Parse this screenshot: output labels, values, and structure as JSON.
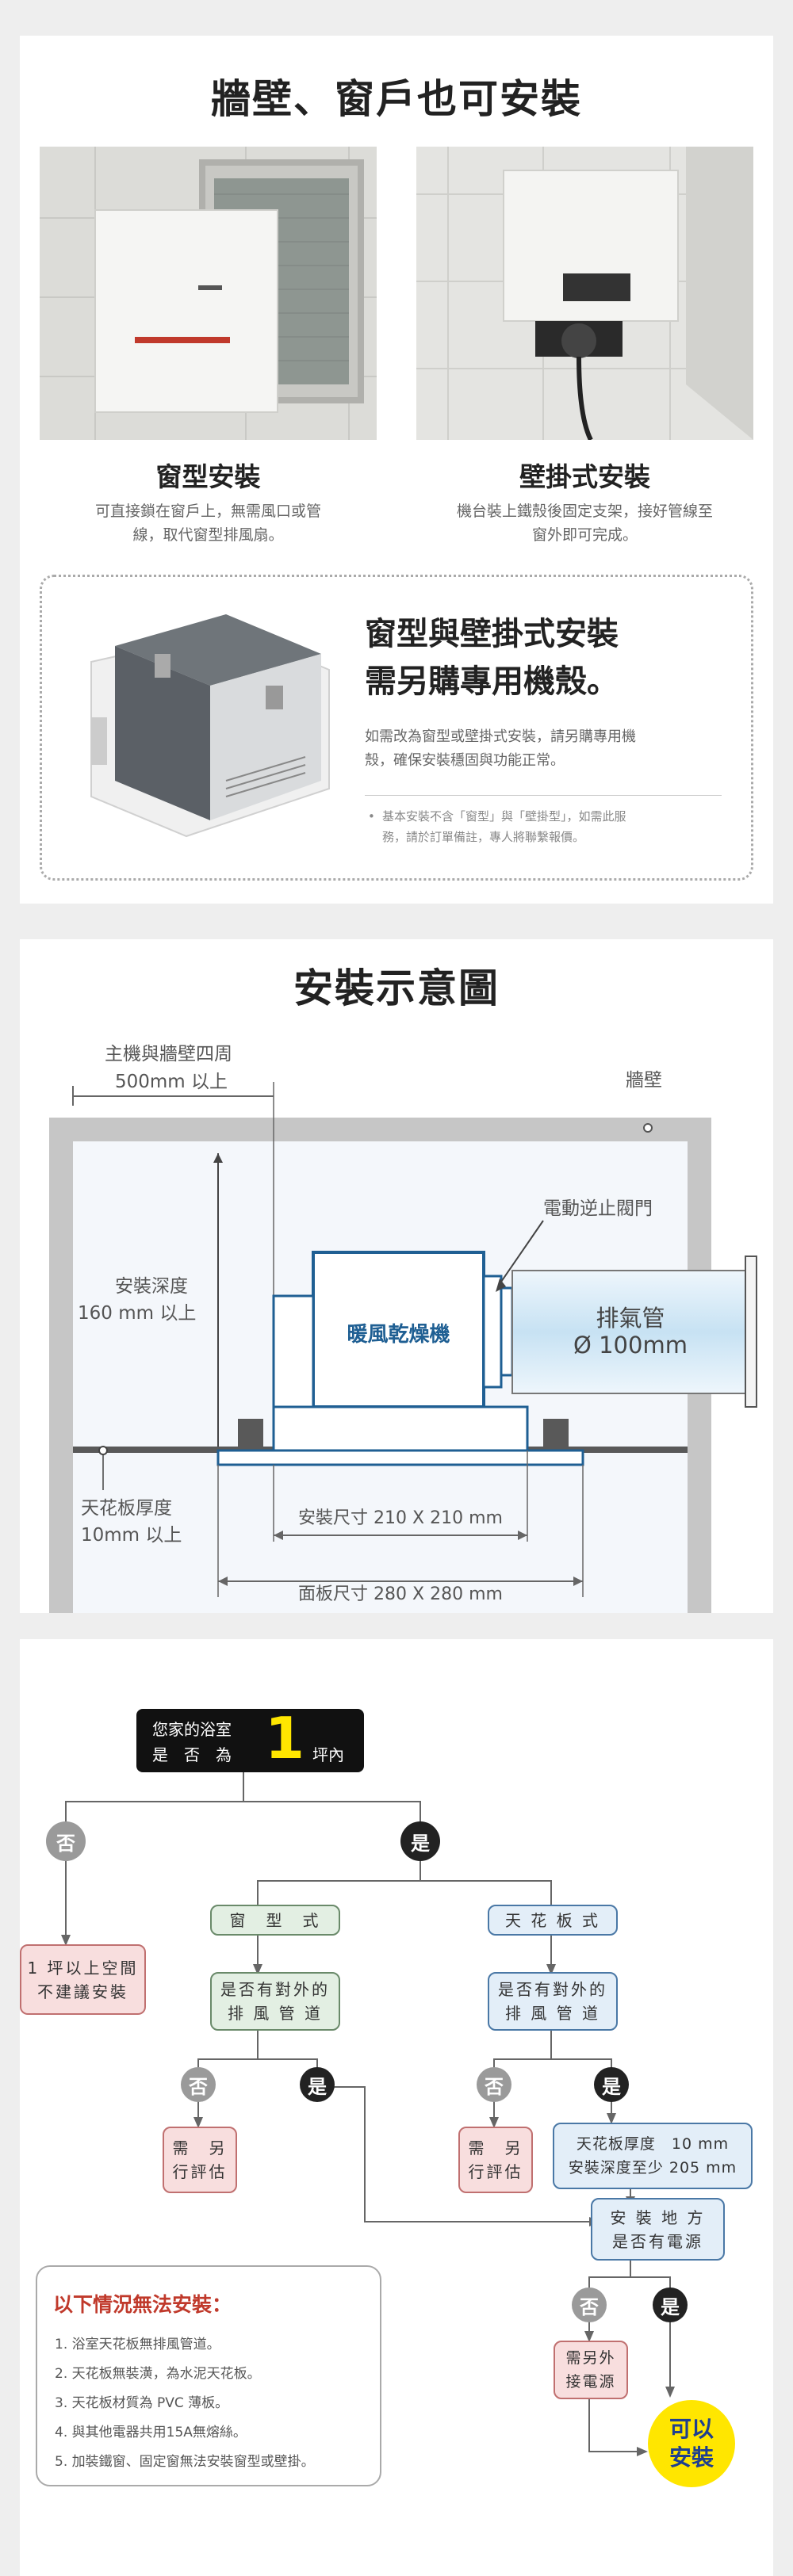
{
  "section1": {
    "title": "牆壁、窗戶也可安裝",
    "window_type": {
      "title": "窗型安裝",
      "desc_line1": "可直接鎖在窗戶上，無需風口或管",
      "desc_line2": "線，取代窗型排風扇。"
    },
    "wall_type": {
      "title": "壁掛式安裝",
      "desc_line1": "機台裝上鐵殼後固定支架，接好管線至",
      "desc_line2": "窗外即可完成。"
    },
    "housing": {
      "title_line1": "窗型與壁掛式安裝",
      "title_line2": "需另購專用機殼。",
      "desc_line1": "如需改為窗型或壁掛式安裝，請另購專用機",
      "desc_line2": "殼，確保安裝穩固與功能正常。",
      "note_line1": "基本安裝不含「窗型」與「壁掛型」，如需此服",
      "note_line2": "務，請於訂單備註，專人將聯繫報價。"
    }
  },
  "section2": {
    "title": "安裝示意圖",
    "clearance_label": "主機與牆壁四周",
    "clearance_value": "500mm 以上",
    "wall_label": "牆壁",
    "damper_label": "電動逆止閥門",
    "depth_label": "安裝深度",
    "depth_value": "160 mm 以上",
    "unit_label": "暖風乾燥機",
    "duct_label": "排氣管",
    "duct_value": "Ø 100mm",
    "ceiling_label": "天花板厚度",
    "ceiling_value": "10mm 以上",
    "install_size": "安裝尺寸 210 X 210 mm",
    "panel_size": "面板尺寸 280 X 280 mm"
  },
  "section3": {
    "question_line1": "您家的浴室",
    "question_line2": "是　否　為",
    "question_number": "1",
    "question_unit": "坪內",
    "no": "否",
    "yes": "是",
    "not_recommended_line1": "1 坪以上空間",
    "not_recommended_line2": "不建議安裝",
    "window_type": "窗　型　式",
    "ceiling_type": "天 花 板 式",
    "exhaust_q_line1": "是否有對外的",
    "exhaust_q_line2": "排 風 管 道",
    "eval_line1": "需　另",
    "eval_line2": "行評估",
    "ceiling_req_line1": "天花板厚度　10 mm",
    "ceiling_req_line2": "安裝深度至少 205 mm",
    "power_q_line1": "安 裝 地 方",
    "power_q_line2": "是否有電源",
    "power_need_line1": "需另外",
    "power_need_line2": "接電源",
    "ok_line1": "可以",
    "ok_line2": "安裝",
    "cannot_title": "以下情況無法安裝：",
    "cannot_items": [
      "1.  浴室天花板無排風管道。",
      "2.  天花板無裝潢，為水泥天花板。",
      "3.  天花板材質為 PVC 薄板。",
      "4.  與其他電器共用15A無熔絲。",
      "5.  加裝鐵窗、固定窗無法安裝窗型或壁掛。"
    ]
  },
  "colors": {
    "accent_blue": "#1f5f93",
    "warning_red": "#c0392b",
    "ok_yellow": "#ffe600"
  }
}
